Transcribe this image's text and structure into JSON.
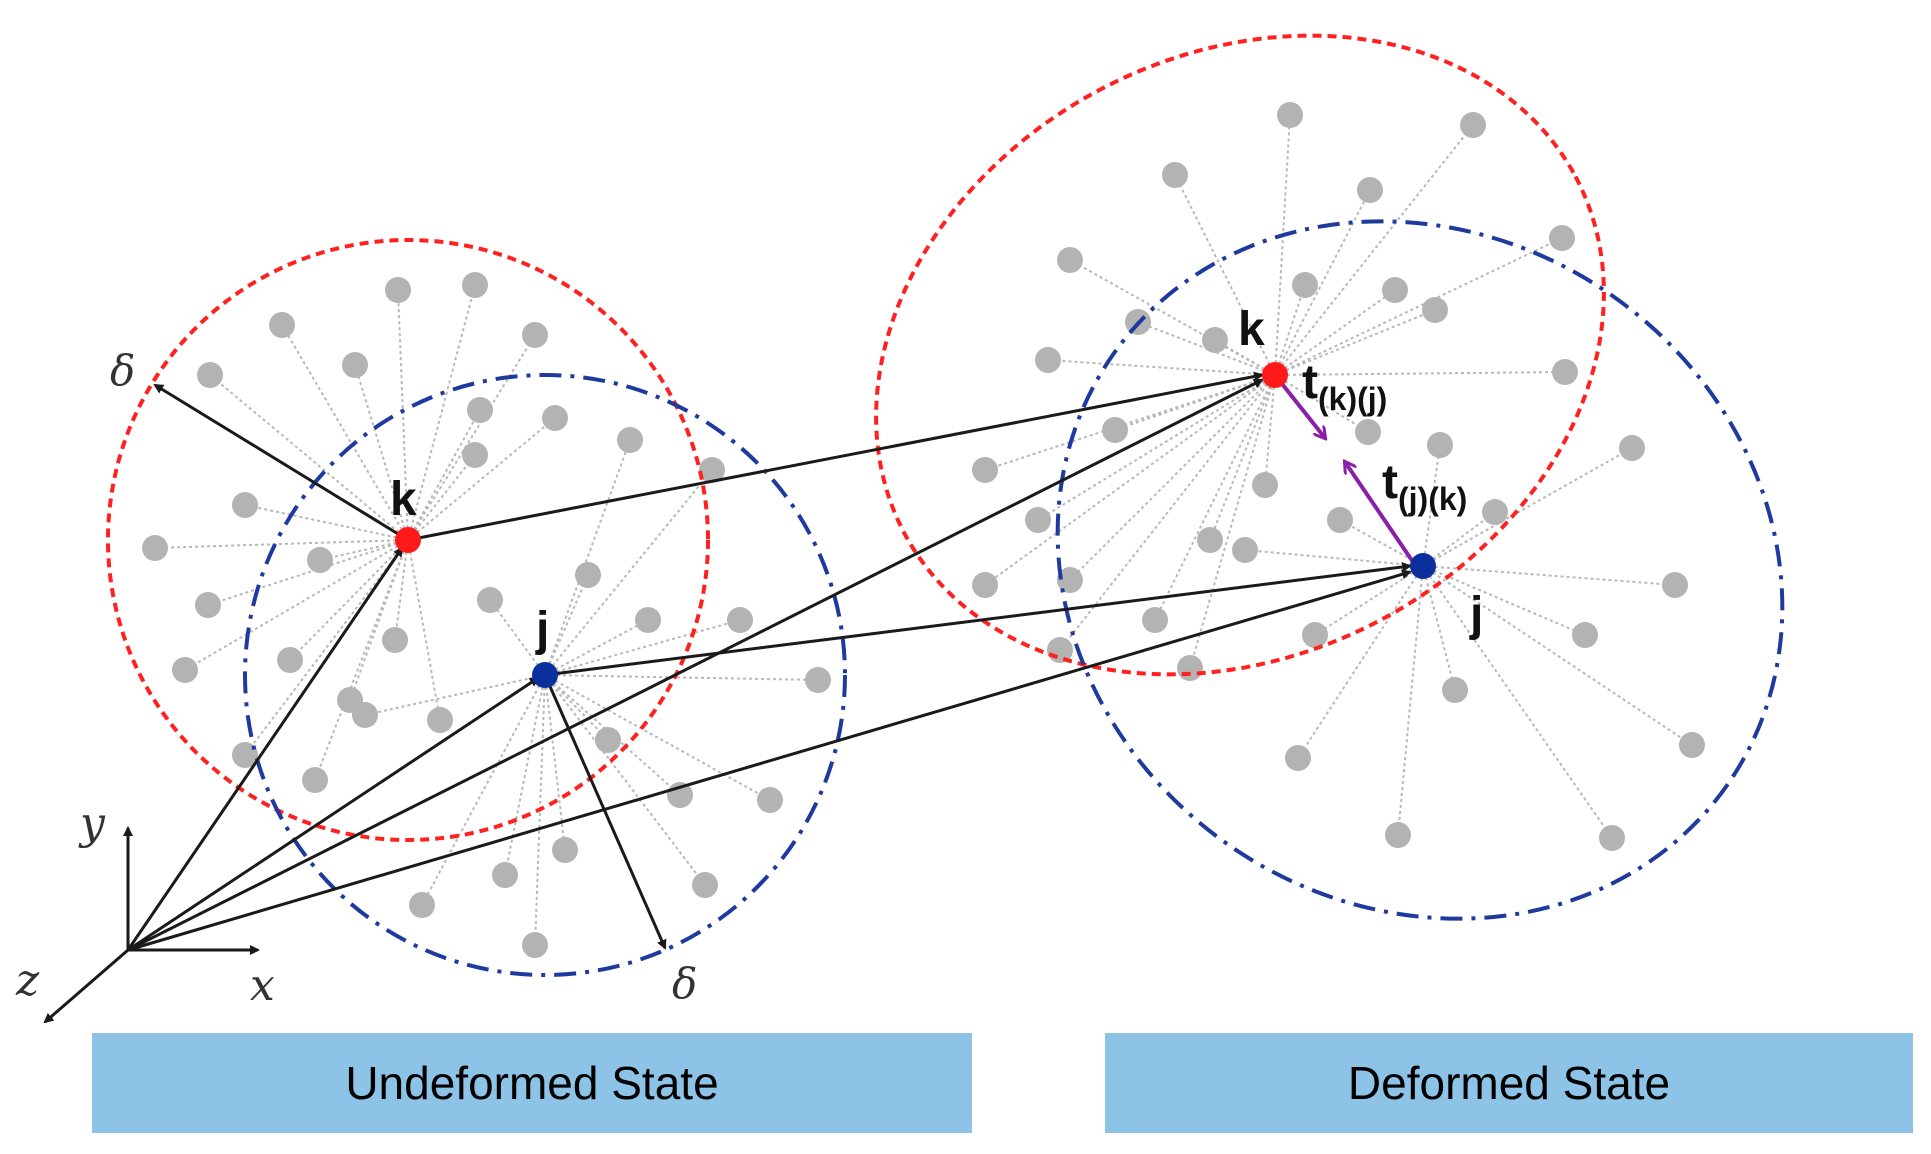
{
  "labels": {
    "undeformed": "Undeformed State",
    "deformed": "Deformed State"
  },
  "axes": {
    "x": "x",
    "y": "y",
    "z": "z"
  },
  "horizon_symbol": "δ",
  "points": {
    "k": "k",
    "j": "j"
  },
  "forces": {
    "t_kj_main": "t",
    "t_kj_sub": "(k)(j)",
    "t_jk_main": "t",
    "t_jk_sub": "(j)(k)"
  },
  "colors": {
    "horizon_k": "#ff2020",
    "horizon_j": "#1f3a9e",
    "point_k": "#ff1a1a",
    "point_j": "#0b2f9c",
    "neighbor": "#b3b3b3",
    "force_arrow": "#8a1fa8",
    "label_bg": "#8dc3e6"
  }
}
